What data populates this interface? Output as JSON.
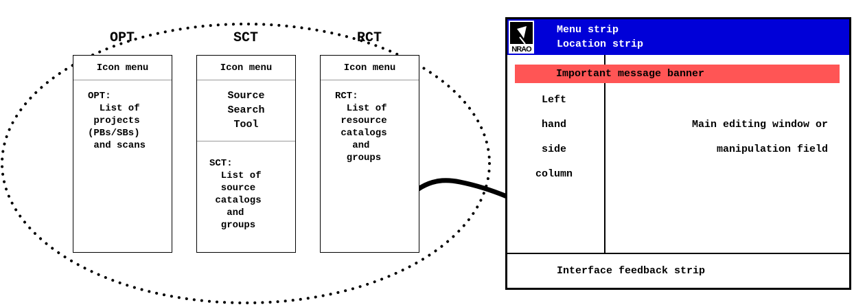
{
  "tools": [
    {
      "name": "OPT",
      "icon_menu": "Icon menu",
      "body": [
        "OPT:",
        "  List of",
        " projects",
        "(PBs/SBs)",
        " and scans"
      ]
    },
    {
      "name": "SCT",
      "icon_menu": "Icon menu",
      "middle": [
        "Source",
        "Search",
        "Tool"
      ],
      "body": [
        "SCT:",
        "  List of",
        "  source",
        " catalogs",
        "   and",
        "  groups"
      ]
    },
    {
      "name": "RCT",
      "icon_menu": "Icon menu",
      "body": [
        "RCT:",
        "  List of",
        " resource",
        " catalogs",
        "   and",
        "  groups"
      ]
    }
  ],
  "window": {
    "logo_text": "NRAO",
    "menu_strip": "Menu strip",
    "location_strip": "Location strip",
    "banner": "Important message banner",
    "left_column": [
      "Left",
      "hand",
      "side",
      "column"
    ],
    "main_lines": [
      "Main editing window or",
      "manipulation field"
    ],
    "feedback": "Interface feedback strip"
  },
  "colors": {
    "header": "#0000d8",
    "banner": "#ff5555"
  }
}
